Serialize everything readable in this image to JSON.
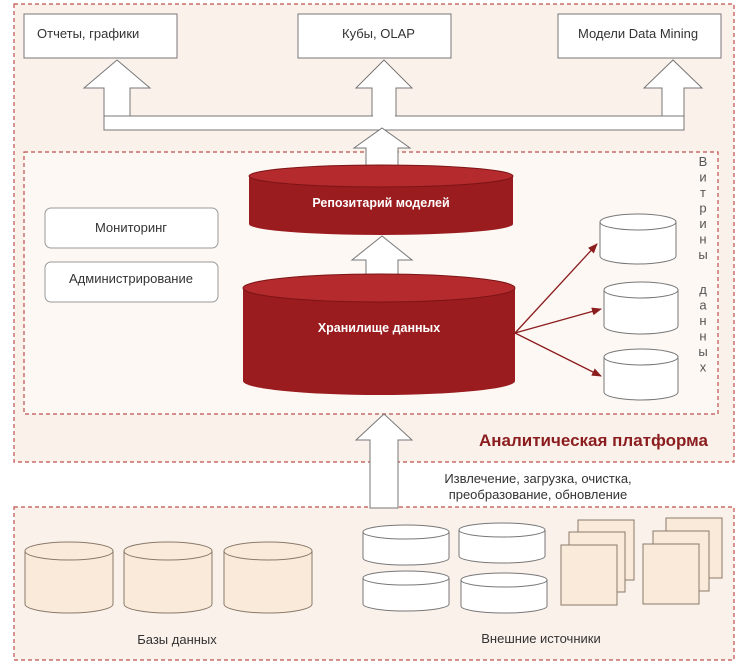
{
  "outputs": {
    "reports": "Отчеты, графики",
    "cubes": "Кубы, OLAP",
    "mining": "Модели Data Mining"
  },
  "platform": {
    "title": "Аналитическая платформа",
    "repository": "Репозитарий моделей",
    "warehouse": "Хранилище данных",
    "monitoring": "Мониторинг",
    "administration": "Администрирование",
    "datamarts_word1": "Витрины",
    "datamarts_word2": "данных"
  },
  "etl": {
    "line1": "Извлечение, загрузка, очистка,",
    "line2": "преобразование, обновление"
  },
  "sources": {
    "databases": "Базы данных",
    "external": "Внешние источники"
  },
  "colors": {
    "accent": "#8b1d1f",
    "sand_fill": "#f9ead9",
    "outer_bg": "#fbf1eb",
    "inner_bg": "#fdf8f4"
  }
}
